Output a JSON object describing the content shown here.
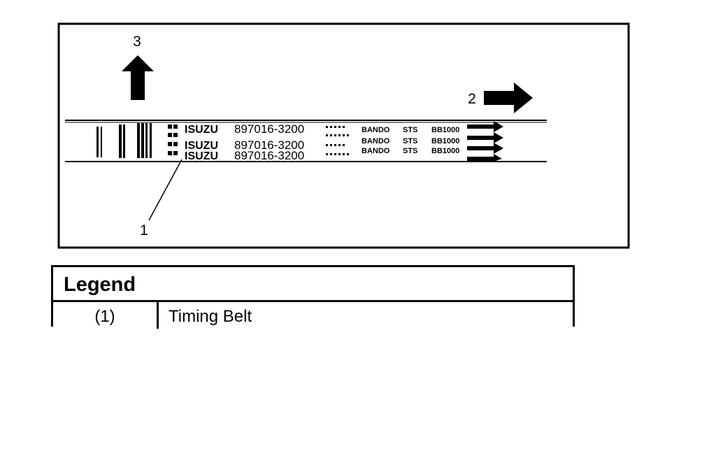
{
  "diagram": {
    "callouts": {
      "belt": "1",
      "arrow_right": "2",
      "arrow_up": "3"
    },
    "belt_print": {
      "brand": "ISUZU",
      "part_number": "897016-3200",
      "maker": "BANDO",
      "code": "STS",
      "size": "BB1000"
    }
  },
  "legend": {
    "title": "Legend",
    "rows": [
      {
        "key": "(1)",
        "value": "Timing Belt"
      }
    ]
  }
}
